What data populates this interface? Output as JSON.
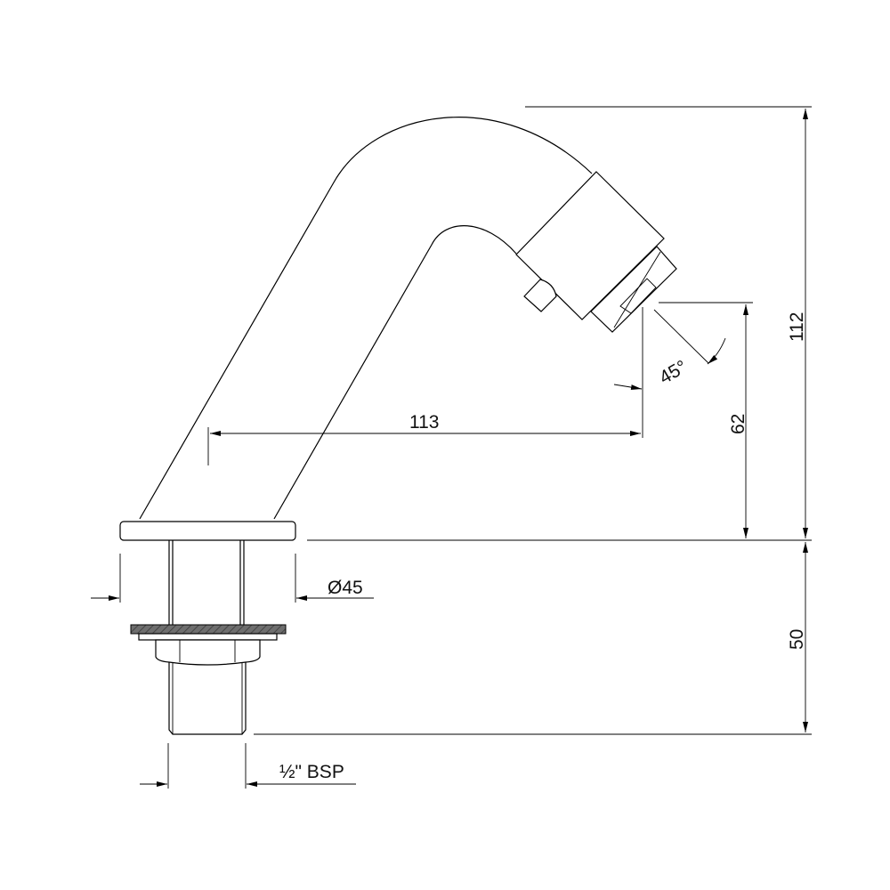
{
  "drawing": {
    "dimensions": {
      "reach": "113",
      "outlet_height": "62",
      "total_height": "112",
      "shank_length": "50",
      "spray_angle": "45°",
      "base_diameter": "Ø45",
      "thread": "½\" BSP"
    },
    "colors": {
      "line": "#000000",
      "gasket": "#6e6e6e",
      "background": "#ffffff"
    }
  }
}
